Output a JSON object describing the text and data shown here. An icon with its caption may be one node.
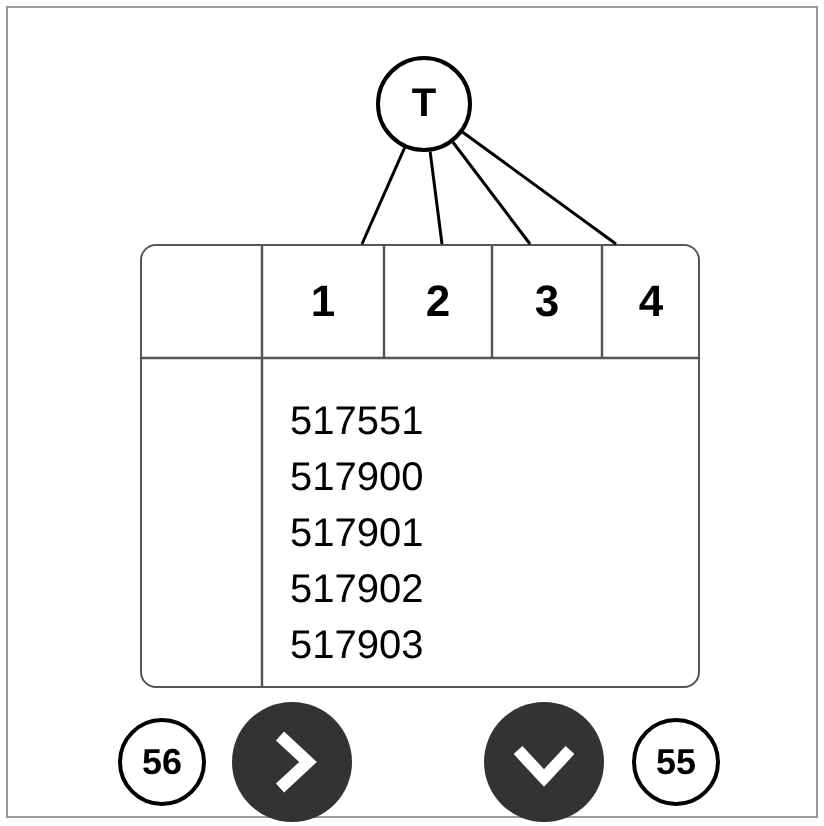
{
  "diagram": {
    "nodes": [
      {
        "text": [
          "T"
        ]
      },
      {
        "text": [
          "1"
        ]
      },
      {
        "text": [
          "2"
        ]
      },
      {
        "text": [
          "3"
        ]
      },
      {
        "text": [
          "4"
        ]
      },
      {
        "text": [
          "56"
        ]
      },
      {
        "text": [],
        "shape": "circle"
      },
      {
        "text": [],
        "shape": "circle"
      },
      {
        "text": [
          "55"
        ]
      }
    ],
    "edges": [
      {
        "from": 0,
        "to": 1,
        "arrow": "none"
      },
      {
        "from": 0,
        "to": 2,
        "arrow": "none"
      },
      {
        "from": 0,
        "to": 3,
        "arrow": "none"
      },
      {
        "from": 0,
        "to": 4,
        "arrow": "none"
      }
    ],
    "labels": [
      "517551",
      "517900",
      "517901",
      "517902",
      "517903"
    ]
  }
}
